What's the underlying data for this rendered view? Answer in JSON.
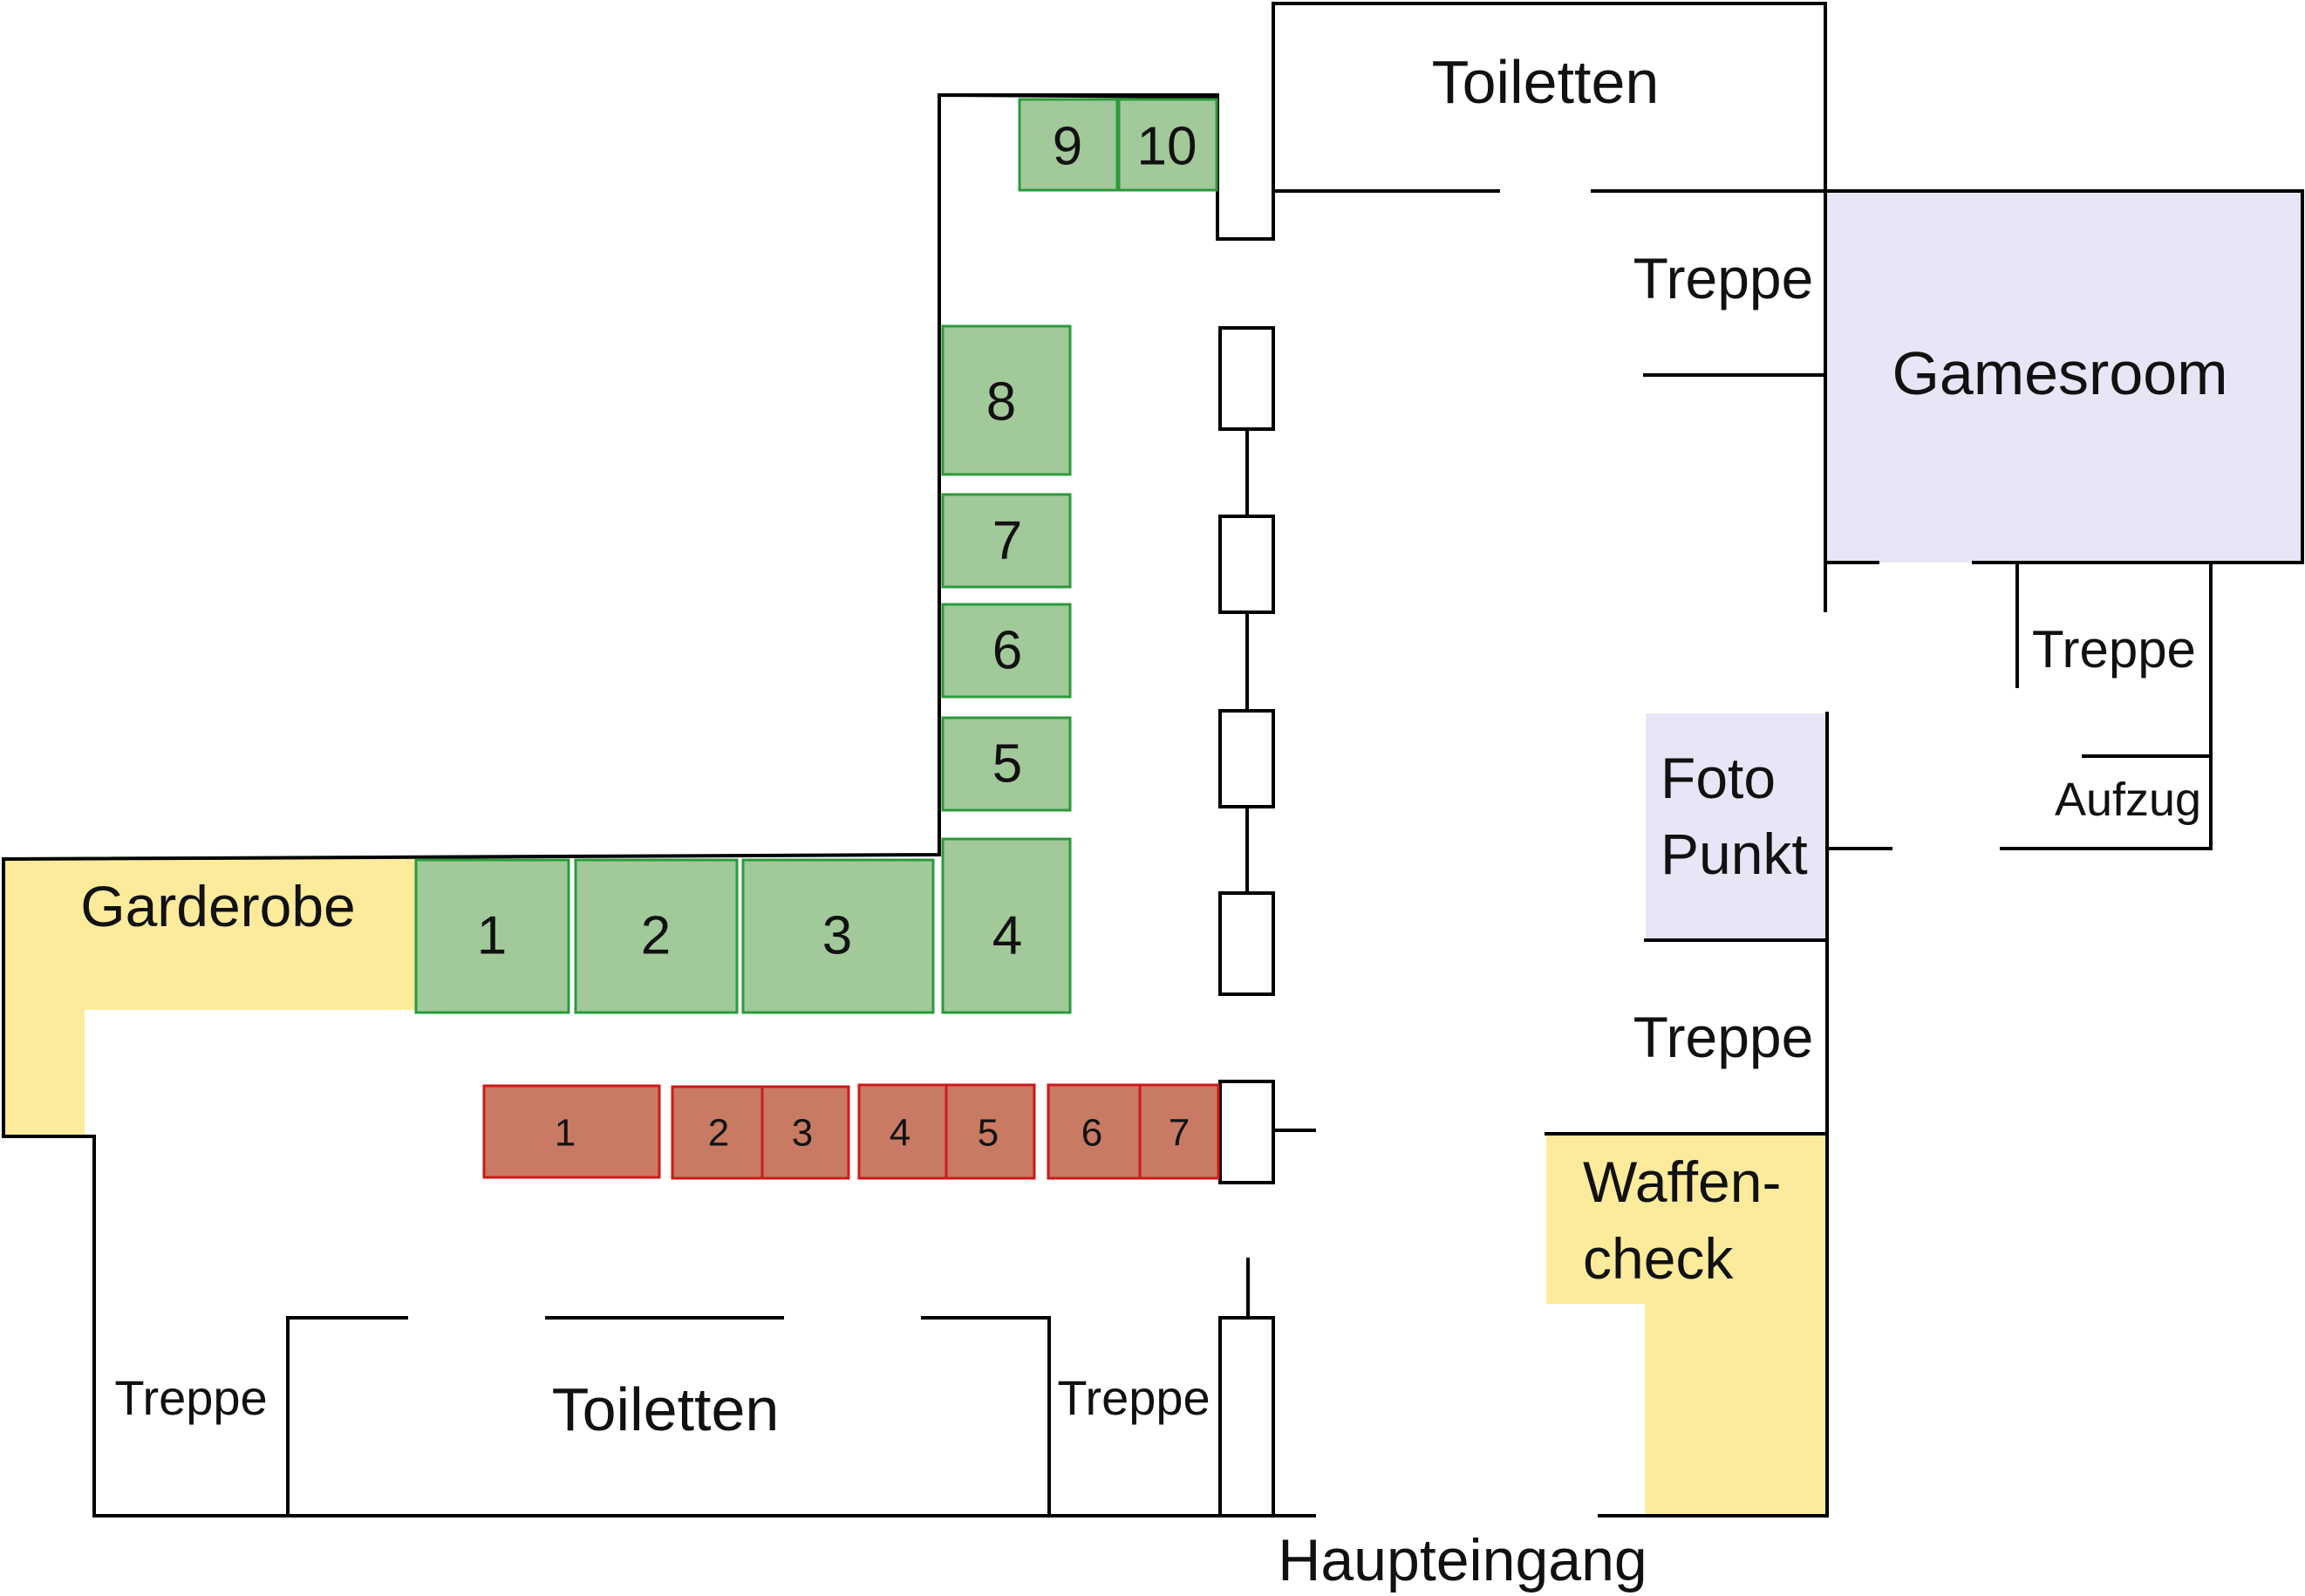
{
  "labels": {
    "garderobe": "Garderobe",
    "toiletten_top": "Toiletten",
    "toiletten_bottom": "Toiletten",
    "treppe_top_right": "Treppe",
    "treppe_gamesroom": "Treppe",
    "treppe_mid_right": "Treppe",
    "treppe_bottom_left": "Treppe",
    "treppe_bottom_mid": "Treppe",
    "gamesroom": "Gamesroom",
    "foto_line1": "Foto",
    "foto_line2": "Punkt",
    "aufzug": "Aufzug",
    "waffen_line1": "Waffen-",
    "waffen_line2": "check",
    "haupteingang": "Haupteingang"
  },
  "green_stands": [
    "1",
    "2",
    "3",
    "4",
    "5",
    "6",
    "7",
    "8",
    "9",
    "10"
  ],
  "red_stands": [
    "1",
    "2",
    "3",
    "4",
    "5",
    "6",
    "7"
  ],
  "colors": {
    "green_fill": "#a2c999",
    "green_border": "#2a9a3a",
    "red_fill": "#c87a62",
    "red_border": "#cc1a1a",
    "yellow_zone": "#fdeb9c",
    "lavender_zone": "#e8e6f6"
  }
}
